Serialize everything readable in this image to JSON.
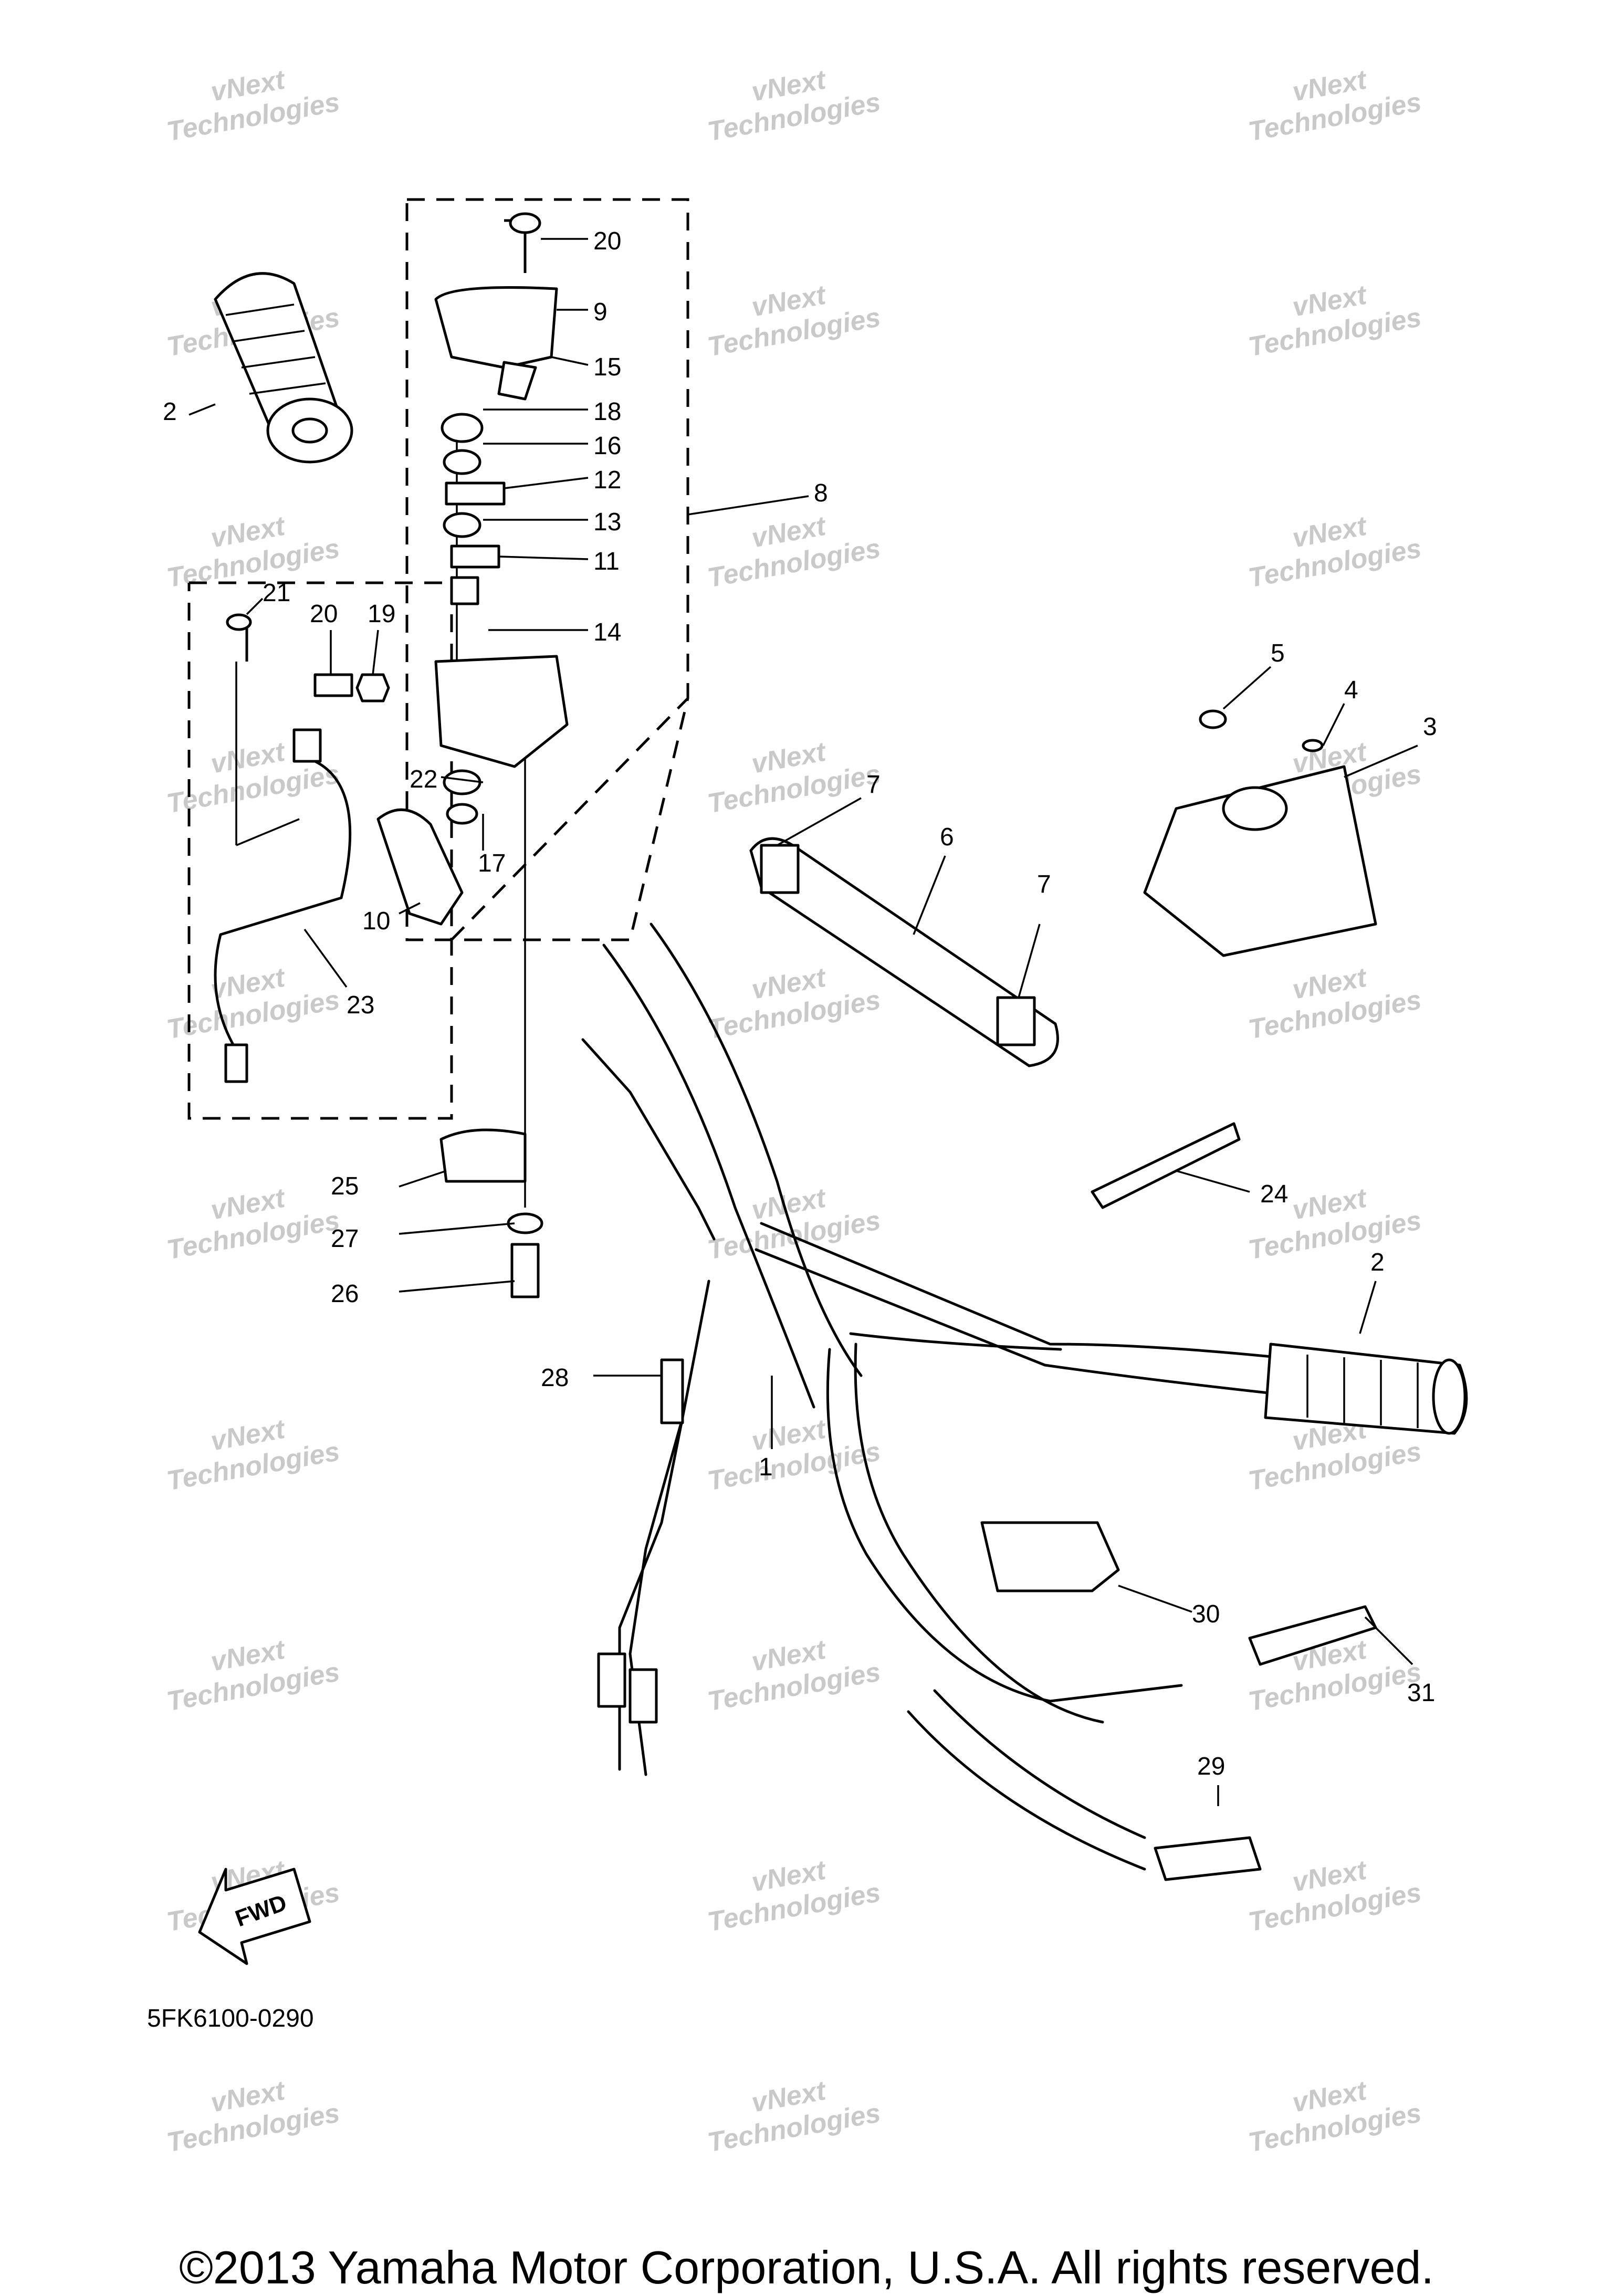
{
  "diagram": {
    "callouts": [
      "20",
      "9",
      "15",
      "18",
      "16",
      "12",
      "8",
      "13",
      "11",
      "14",
      "2",
      "21",
      "20",
      "19",
      "22",
      "17",
      "10",
      "23",
      "5",
      "4",
      "3",
      "7",
      "6",
      "7",
      "25",
      "27",
      "26",
      "24",
      "2",
      "28",
      "1",
      "30",
      "31",
      "29"
    ],
    "drawing_code": "5FK6100-0290",
    "fwd_label": "FWD",
    "watermark_line1": "vNext",
    "watermark_line2": "Technologies"
  },
  "copyright": "©2013 Yamaha Motor Corporation, U.S.A. All rights reserved."
}
